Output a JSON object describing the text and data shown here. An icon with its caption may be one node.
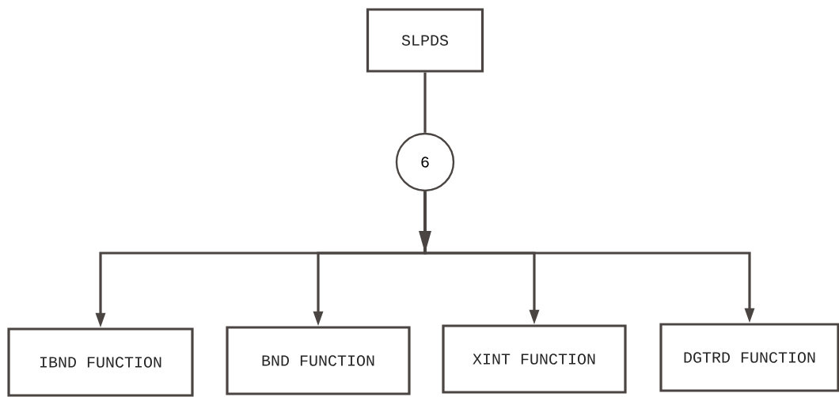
{
  "diagram": {
    "nodes": [
      {
        "text": [
          "SLPDS"
        ]
      },
      {
        "text": [
          "6"
        ]
      },
      {
        "text": [
          "IBND FUNCTION"
        ]
      },
      {
        "text": [
          "BND FUNCTION"
        ]
      },
      {
        "text": [
          "XINT FUNCTION"
        ]
      },
      {
        "text": [
          "DGTRD FUNCTION"
        ]
      }
    ],
    "edges": [
      {
        "from": 0,
        "to": 1,
        "arrow": "none"
      },
      {
        "from": 1,
        "to": 2,
        "arrow": "to"
      },
      {
        "from": 1,
        "to": 3,
        "arrow": "to"
      },
      {
        "from": 1,
        "to": 4,
        "arrow": "to"
      },
      {
        "from": 1,
        "to": 5,
        "arrow": "to"
      }
    ]
  }
}
